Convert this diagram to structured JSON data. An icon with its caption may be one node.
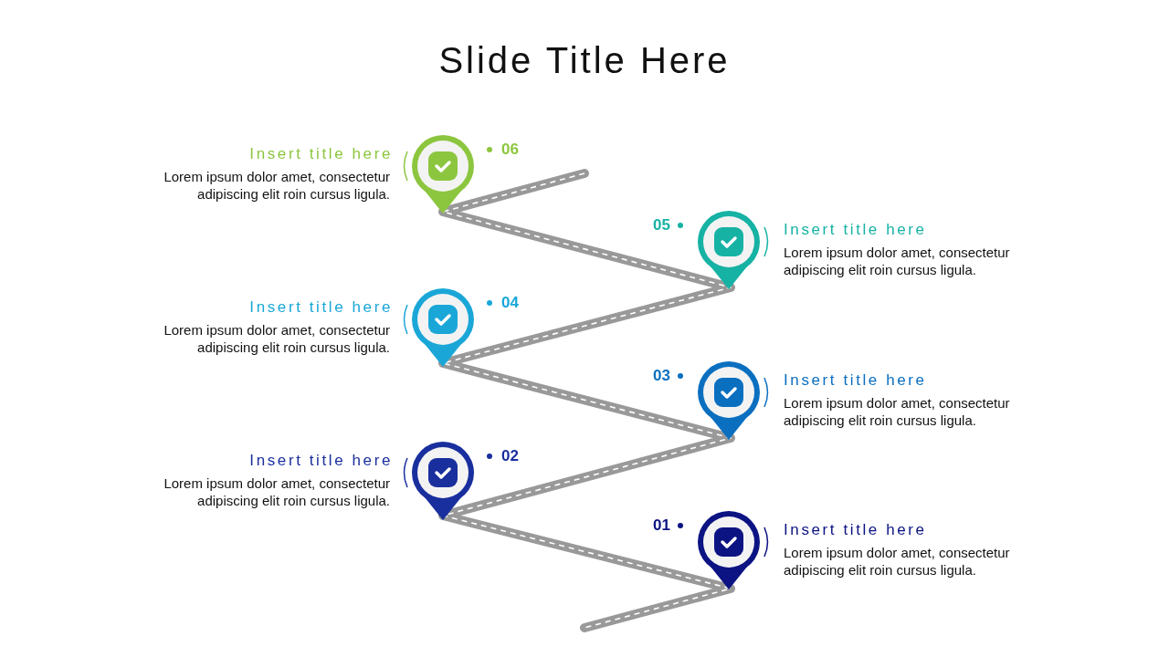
{
  "diagram": {
    "title": "Slide Title Here",
    "nodes": [
      {
        "text": [
          "Insert title here",
          "Lorem ipsum dolor amet, consectetur adipiscing elit roin cursus ligula."
        ],
        "beside": [
          "06"
        ]
      },
      {
        "text": [
          "Insert title here",
          "Lorem ipsum dolor amet, consectetur adipiscing elit roin cursus ligula."
        ],
        "beside": [
          "05"
        ]
      },
      {
        "text": [
          "Insert title here",
          "Lorem ipsum dolor amet, consectetur adipiscing elit roin cursus ligula."
        ],
        "beside": [
          "04"
        ]
      },
      {
        "text": [
          "Insert title here",
          "Lorem ipsum dolor amet, consectetur adipiscing elit roin cursus ligula."
        ],
        "beside": [
          "03"
        ]
      },
      {
        "text": [
          "Insert title here",
          "Lorem ipsum dolor amet, consectetur adipiscing elit roin cursus ligula."
        ],
        "beside": [
          "02"
        ]
      },
      {
        "text": [
          "Insert title here",
          "Lorem ipsum dolor amet, consectetur adipiscing elit roin cursus ligula."
        ],
        "beside": [
          "01"
        ]
      }
    ]
  }
}
